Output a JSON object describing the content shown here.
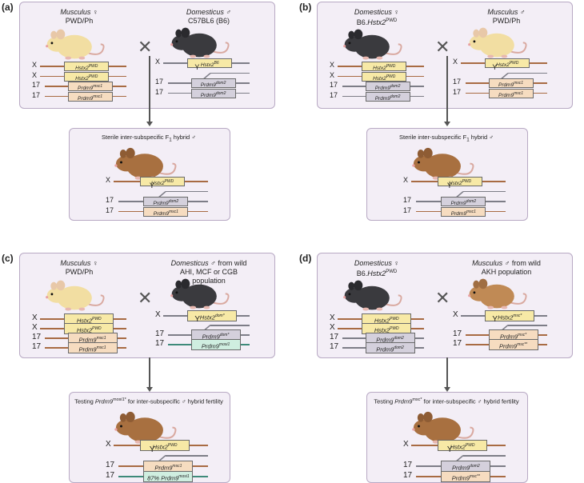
{
  "panels": {
    "a": {
      "label": "(a)",
      "female": {
        "sub": "Musculus",
        "sex": "♀",
        "strain": "PWD/Ph"
      },
      "male": {
        "sub": "Domesticus",
        "sex": "♂",
        "strain": "C57BL6 (B6)"
      },
      "cross": "✕",
      "p1": [
        {
          "chr": "X",
          "gene": "Hstx2",
          "allele": "PWD"
        },
        {
          "chr": "X",
          "gene": "Hstx2",
          "allele": "PWD"
        },
        {
          "chr": "17",
          "gene": "Prdm9",
          "allele": "msc1"
        },
        {
          "chr": "17",
          "gene": "Prdm9",
          "allele": "msc1"
        }
      ],
      "p2": [
        {
          "chr": "X",
          "gene": "Hstx2",
          "allele": "B6"
        },
        {
          "chr": "Y"
        },
        {
          "chr": "17",
          "gene": "Prdm9",
          "allele": "dom2"
        },
        {
          "chr": "17",
          "gene": "Prdm9",
          "allele": "dom2"
        }
      ],
      "child": {
        "title_pre": "Sterile inter-subspecific F",
        "title_sub": "1",
        "title_post": " hybrid ♂",
        "chroms": [
          {
            "chr": "X",
            "gene": "Hstx2",
            "allele": "PWD"
          },
          {
            "chr": "Y"
          },
          {
            "chr": "17",
            "gene": "Prdm9",
            "allele": "dom2"
          },
          {
            "chr": "17",
            "gene": "Prdm9",
            "allele": "msc1"
          }
        ]
      }
    },
    "b": {
      "label": "(b)",
      "female": {
        "sub": "Domesticus",
        "sex": "♀",
        "strain_pre": "B6.",
        "strain_gene": "Hstx2",
        "strain_sup": "PWD"
      },
      "male": {
        "sub": "Musculus",
        "sex": "♂",
        "strain": "PWD/Ph"
      },
      "cross": "✕",
      "p1": [
        {
          "chr": "X",
          "gene": "Hstx2",
          "allele": "PWD"
        },
        {
          "chr": "X",
          "gene": "Hstx2",
          "allele": "PWD"
        },
        {
          "chr": "17",
          "gene": "Prdm9",
          "allele": "dom2"
        },
        {
          "chr": "17",
          "gene": "Prdm9",
          "allele": "dom2"
        }
      ],
      "p2": [
        {
          "chr": "X",
          "gene": "Hstx2",
          "allele": "PWD"
        },
        {
          "chr": "Y"
        },
        {
          "chr": "17",
          "gene": "Prdm9",
          "allele": "msc1"
        },
        {
          "chr": "17",
          "gene": "Prdm9",
          "allele": "msc1"
        }
      ],
      "child": {
        "title_pre": "Sterile inter-subspecific F",
        "title_sub": "1",
        "title_post": " hybrid ♂",
        "chroms": [
          {
            "chr": "X",
            "gene": "Hstx2",
            "allele": "PWD"
          },
          {
            "chr": "Y"
          },
          {
            "chr": "17",
            "gene": "Prdm9",
            "allele": "dom2"
          },
          {
            "chr": "17",
            "gene": "Prdm9",
            "allele": "msc1"
          }
        ]
      }
    },
    "c": {
      "label": "(c)",
      "female": {
        "sub": "Musculus",
        "sex": "♀",
        "strain": "PWD/Ph"
      },
      "male": {
        "sub": "Domesticus",
        "sex": "♂",
        "strain_post": " from wild",
        "line2": "AHI, MCF or CGB",
        "line3": "population"
      },
      "cross": "✕",
      "p1": [
        {
          "chr": "X",
          "gene": "Hstx2",
          "allele": "PWD"
        },
        {
          "chr": "X",
          "gene": "Hstx2",
          "allele": "PWD"
        },
        {
          "chr": "17",
          "gene": "Prdm9",
          "allele": "msc1"
        },
        {
          "chr": "17",
          "gene": "Prdm9",
          "allele": "msc1"
        }
      ],
      "p2": [
        {
          "chr": "X",
          "gene": "Hstx2",
          "allele": "dom*"
        },
        {
          "chr": "Y"
        },
        {
          "chr": "17",
          "gene": "Prdm9",
          "allele": "dom*"
        },
        {
          "chr": "17",
          "gene": "Prdm9",
          "allele": "mosi1"
        }
      ],
      "child": {
        "title_pre": "Testing ",
        "title_gene": "Prdm9",
        "title_sup": "mosi1*",
        "title_post": " for inter-subspecific ♂ hybrid fertility",
        "chroms": [
          {
            "chr": "X",
            "gene": "Hstx2",
            "allele": "PWD"
          },
          {
            "chr": "Y"
          },
          {
            "chr": "17",
            "gene": "Prdm9",
            "allele": "msc1"
          },
          {
            "chr": "17",
            "gene": "87% Prdm9",
            "allele": "mosi1"
          }
        ]
      }
    },
    "d": {
      "label": "(d)",
      "female": {
        "sub": "Domesticus",
        "sex": "♀",
        "strain_pre": "B6.",
        "strain_gene": "Hstx2",
        "strain_sup": "PWD"
      },
      "male": {
        "sub": "Musculus",
        "sex": "♂",
        "strain_post": " from wild",
        "line2": "AKH population"
      },
      "cross": "✕",
      "p1": [
        {
          "chr": "X",
          "gene": "Hstx2",
          "allele": "PWD"
        },
        {
          "chr": "X",
          "gene": "Hstx2",
          "allele": "PWD"
        },
        {
          "chr": "17",
          "gene": "Prdm9",
          "allele": "dom2"
        },
        {
          "chr": "17",
          "gene": "Prdm9",
          "allele": "dom2"
        }
      ],
      "p2": [
        {
          "chr": "X",
          "gene": "Hstx2",
          "allele": "msc*"
        },
        {
          "chr": "Y"
        },
        {
          "chr": "17",
          "gene": "Prdm9",
          "allele": "msc*"
        },
        {
          "chr": "17",
          "gene": "Prdm9",
          "allele": "msc**"
        }
      ],
      "child": {
        "title_pre": "Testing ",
        "title_gene": "Prdm9",
        "title_sup": "msc*",
        "title_post": " for inter-subspecific ♂ hybrid fertility",
        "chroms": [
          {
            "chr": "X",
            "gene": "Hstx2",
            "allele": "PWD"
          },
          {
            "chr": "Y"
          },
          {
            "chr": "17",
            "gene": "Prdm9",
            "allele": "dom2"
          },
          {
            "chr": "17",
            "gene": "Prdm9",
            "allele": "msc**"
          }
        ]
      }
    }
  },
  "colors": {
    "box_bg": "#f3eef6",
    "box_border": "#b8a9c4",
    "hstx2_fill": "#f7e9a6",
    "prdm9_msc_fill": "#f6dcc0",
    "prdm9_dom_fill": "#d4d0dc",
    "prdm9_mosi_fill": "#cfeee0",
    "line_msc": "#a86b43",
    "line_dom": "#7d7d87",
    "line_mosi": "#3e8a7a"
  },
  "icons": {
    "female_musculus": "tan-mouse-icon",
    "male_domesticus": "black-mouse-icon",
    "hybrid": "brown-mouse-icon"
  }
}
